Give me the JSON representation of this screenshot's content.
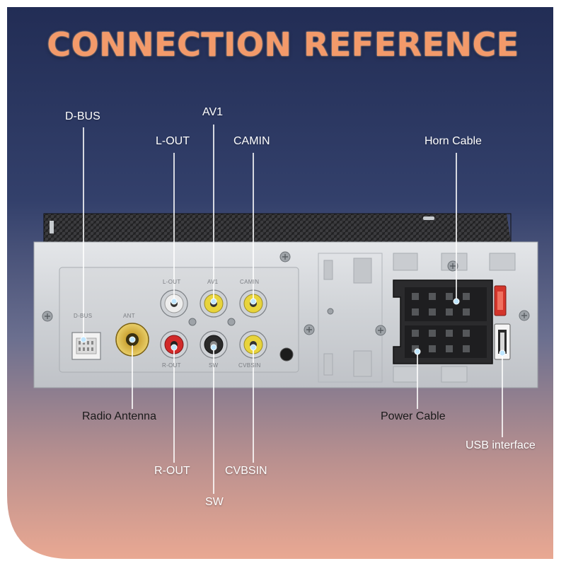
{
  "title": "CONNECTION REFERENCE",
  "labels": {
    "dbus": "D-BUS",
    "av1": "AV1",
    "lout": "L-OUT",
    "camin": "CAMIN",
    "horn_cable": "Horn Cable",
    "radio_antenna": "Radio Antenna",
    "power_cable": "Power Cable",
    "usb_interface": "USB interface",
    "rout": "R-OUT",
    "cvbsin": "CVBSIN",
    "sw": "SW"
  },
  "panel_stamps": {
    "dbus": "D-BUS",
    "ant": "ANT",
    "lout": "L-OUT",
    "av1": "AV1",
    "camin": "CAMIN",
    "rout": "R-OUT",
    "sw": "SW",
    "cvbsin": "CVBSIN"
  },
  "colors": {
    "background_top": "#27345e",
    "background_bottom": "#e8a891",
    "title": "#f39a6a",
    "rca_white": "#e8e8e8",
    "rca_yellow": "#e6d23a",
    "rca_red": "#d12a2a",
    "rca_black": "#202020",
    "antenna_gold": "#cfa83a",
    "fuse_red": "#d3352b"
  }
}
